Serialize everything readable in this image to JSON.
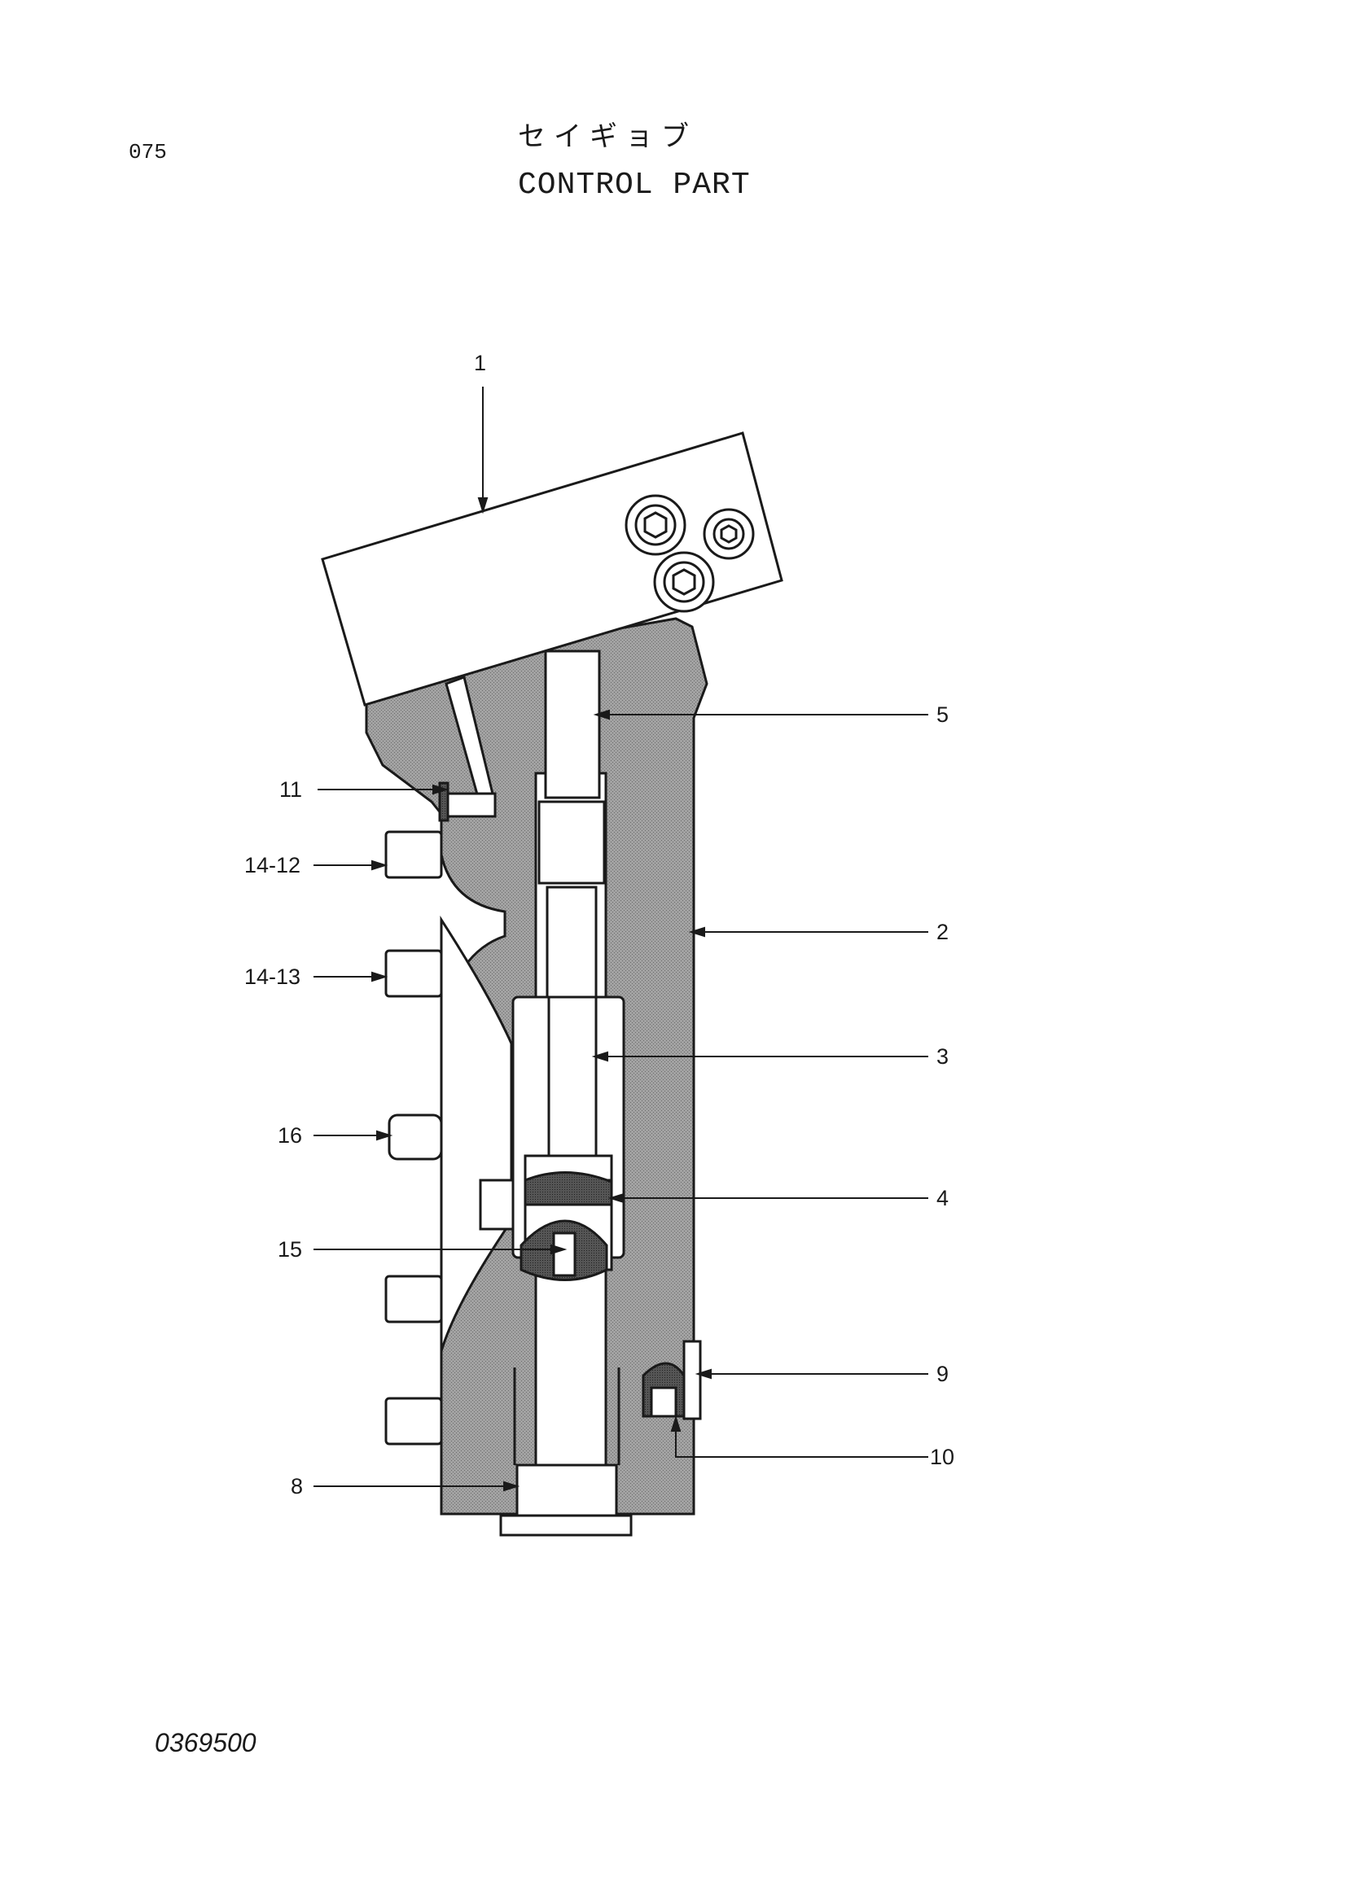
{
  "page": {
    "number": "075",
    "title_jp": "セイギョブ",
    "title_en": "CONTROL PART",
    "drawing_number": "0369500"
  },
  "callouts": [
    {
      "id": "c1",
      "label": "1"
    },
    {
      "id": "c5",
      "label": "5"
    },
    {
      "id": "c11",
      "label": "11"
    },
    {
      "id": "c1412",
      "label": "14-12"
    },
    {
      "id": "c2",
      "label": "2"
    },
    {
      "id": "c1413",
      "label": "14-13"
    },
    {
      "id": "c3",
      "label": "3"
    },
    {
      "id": "c16",
      "label": "16"
    },
    {
      "id": "c4",
      "label": "4"
    },
    {
      "id": "c15",
      "label": "15"
    },
    {
      "id": "c9",
      "label": "9"
    },
    {
      "id": "c10",
      "label": "10"
    },
    {
      "id": "c8",
      "label": "8"
    }
  ],
  "colors": {
    "line": "#1a1a1a",
    "section_fill": "#9a9a9a",
    "background": "#ffffff"
  }
}
